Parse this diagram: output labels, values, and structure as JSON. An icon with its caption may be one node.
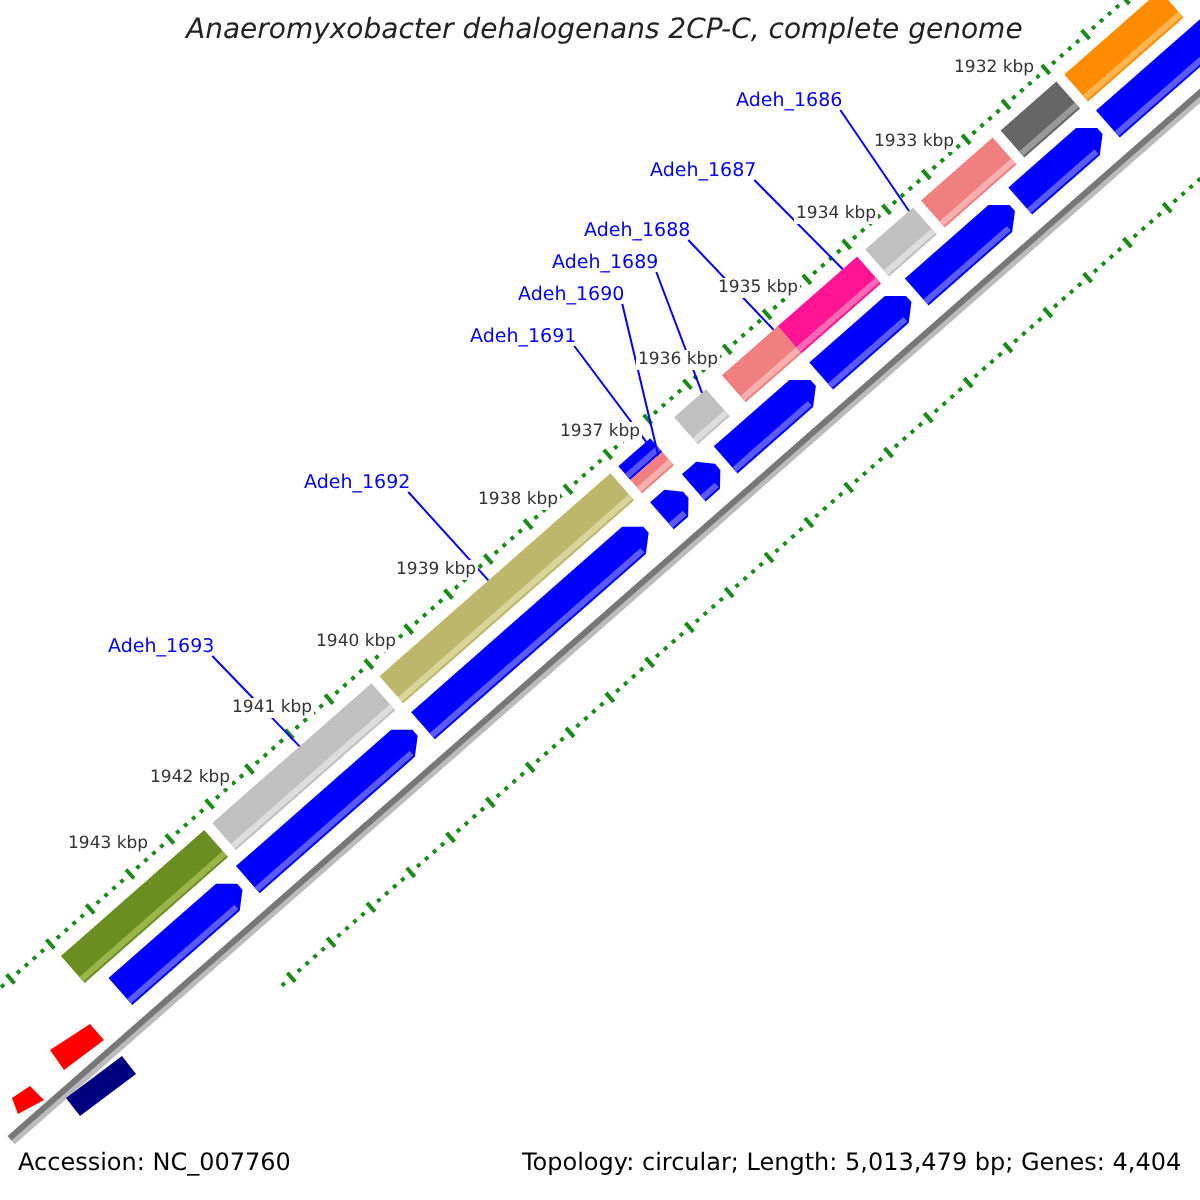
{
  "diagram": {
    "title": "Anaeromyxobacter dehalogenans 2CP-C, complete genome",
    "nodes": [
      {
        "text": [
          "Adeh_1686"
        ]
      },
      {
        "text": [
          "Adeh_1687"
        ]
      },
      {
        "text": [
          "Adeh_1688"
        ]
      },
      {
        "text": [
          "Adeh_1689"
        ]
      },
      {
        "text": [
          "Adeh_1690"
        ]
      },
      {
        "text": [
          "Adeh_1691"
        ]
      },
      {
        "text": [
          "Adeh_1692"
        ]
      },
      {
        "text": [
          "Adeh_1693"
        ]
      },
      {
        "text": [],
        "shape": "bar"
      },
      {
        "text": [],
        "shape": "bar"
      },
      {
        "text": [],
        "shape": "bar"
      },
      {
        "text": [],
        "shape": "bar"
      },
      {
        "text": [],
        "shape": "bar"
      },
      {
        "text": [],
        "shape": "bar"
      },
      {
        "text": [],
        "shape": "bar"
      },
      {
        "text": [],
        "shape": "bar"
      }
    ],
    "edges": [
      {
        "from": 0,
        "to": 8,
        "arrow": "none"
      },
      {
        "from": 1,
        "to": 9,
        "arrow": "none"
      },
      {
        "from": 2,
        "to": 10,
        "arrow": "none"
      },
      {
        "from": 3,
        "to": 11,
        "arrow": "none"
      },
      {
        "from": 4,
        "to": 12,
        "arrow": "none"
      },
      {
        "from": 5,
        "to": 13,
        "arrow": "none"
      },
      {
        "from": 6,
        "to": 14,
        "arrow": "none"
      },
      {
        "from": 7,
        "to": 15,
        "arrow": "none"
      }
    ],
    "labels": [
      "1932 kbp",
      "1933 kbp",
      "1934 kbp",
      "1935 kbp",
      "1936 kbp",
      "1937 kbp",
      "1938 kbp",
      "1939 kbp",
      "1940 kbp",
      "1941 kbp",
      "1942 kbp",
      "1943 kbp",
      "Accession: NC_007760",
      "Topology: circular; Length: 5,013,479 bp; Genes: 4,404"
    ]
  }
}
